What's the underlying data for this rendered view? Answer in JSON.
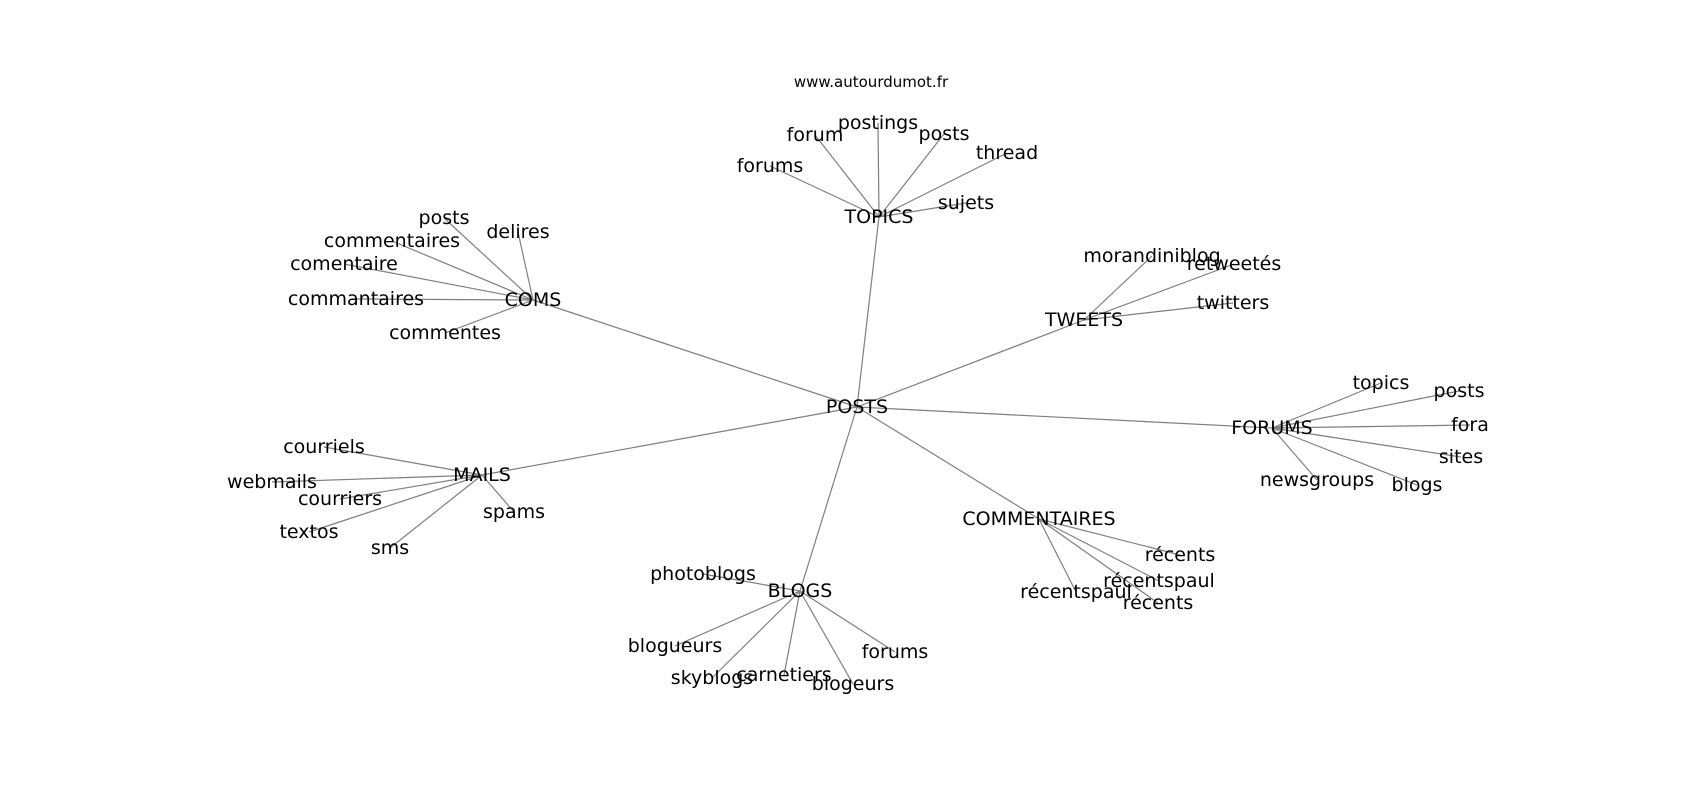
{
  "site_url": "www.autourdumot.fr",
  "colors": {
    "edge": "#7f7f7f",
    "text": "#000000",
    "background": "#ffffff"
  },
  "graph": {
    "root": "POSTS",
    "groups": [
      {
        "hub": "TOPICS",
        "words": [
          "forums",
          "forum",
          "postings",
          "posts",
          "thread",
          "sujets"
        ]
      },
      {
        "hub": "COMS",
        "words": [
          "posts",
          "delires",
          "commentaires",
          "comentaire",
          "commantaires",
          "commentes"
        ]
      },
      {
        "hub": "TWEETS",
        "words": [
          "morandiniblog",
          "retweetés",
          "twitters"
        ]
      },
      {
        "hub": "FORUMS",
        "words": [
          "topics",
          "posts",
          "fora",
          "sites",
          "blogs",
          "newsgroups"
        ]
      },
      {
        "hub": "MAILS",
        "words": [
          "courriels",
          "webmails",
          "courriers",
          "textos",
          "sms",
          "spams"
        ]
      },
      {
        "hub": "COMMENTAIRES",
        "words": [
          "récents",
          "récentspaul",
          "récents",
          "récentspaul"
        ]
      },
      {
        "hub": "BLOGS",
        "words": [
          "photoblogs",
          "blogueurs",
          "skyblogs",
          "carnetiers",
          "blogeurs",
          "forums"
        ]
      }
    ]
  }
}
